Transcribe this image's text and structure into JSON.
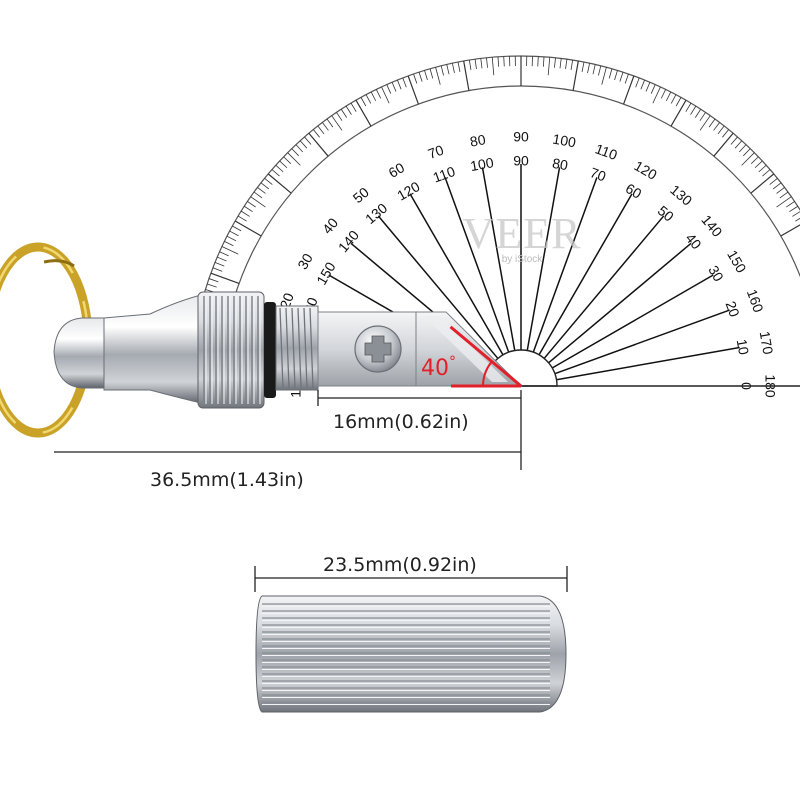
{
  "protractor": {
    "outer_scale": [
      "0",
      "10",
      "20",
      "30",
      "40",
      "50",
      "60",
      "70",
      "80",
      "90",
      "100",
      "110",
      "120",
      "130",
      "140",
      "150",
      "160",
      "170",
      "180"
    ],
    "inner_scale": [
      "180",
      "170",
      "160",
      "150",
      "140",
      "130",
      "120",
      "110",
      "100",
      "90",
      "80",
      "70",
      "60",
      "50",
      "40",
      "30",
      "20",
      "10",
      "0"
    ]
  },
  "blade_angle": {
    "value": 40,
    "label": "40",
    "unit": "°",
    "color": "#e0202a"
  },
  "dimensions": {
    "blade_length": "16mm(0.62in)",
    "total_length": "36.5mm(1.43in)",
    "cap_length": "23.5mm(0.92in)"
  },
  "watermark": {
    "brand": "VEER",
    "sub": "by iStock"
  },
  "colors": {
    "metal": "#b9bdc3",
    "ring": "#c9a227",
    "gasket": "#1a1a1a",
    "accent": "#e0202a"
  },
  "icons": [
    "key-ring-icon",
    "phillips-screw-icon"
  ]
}
